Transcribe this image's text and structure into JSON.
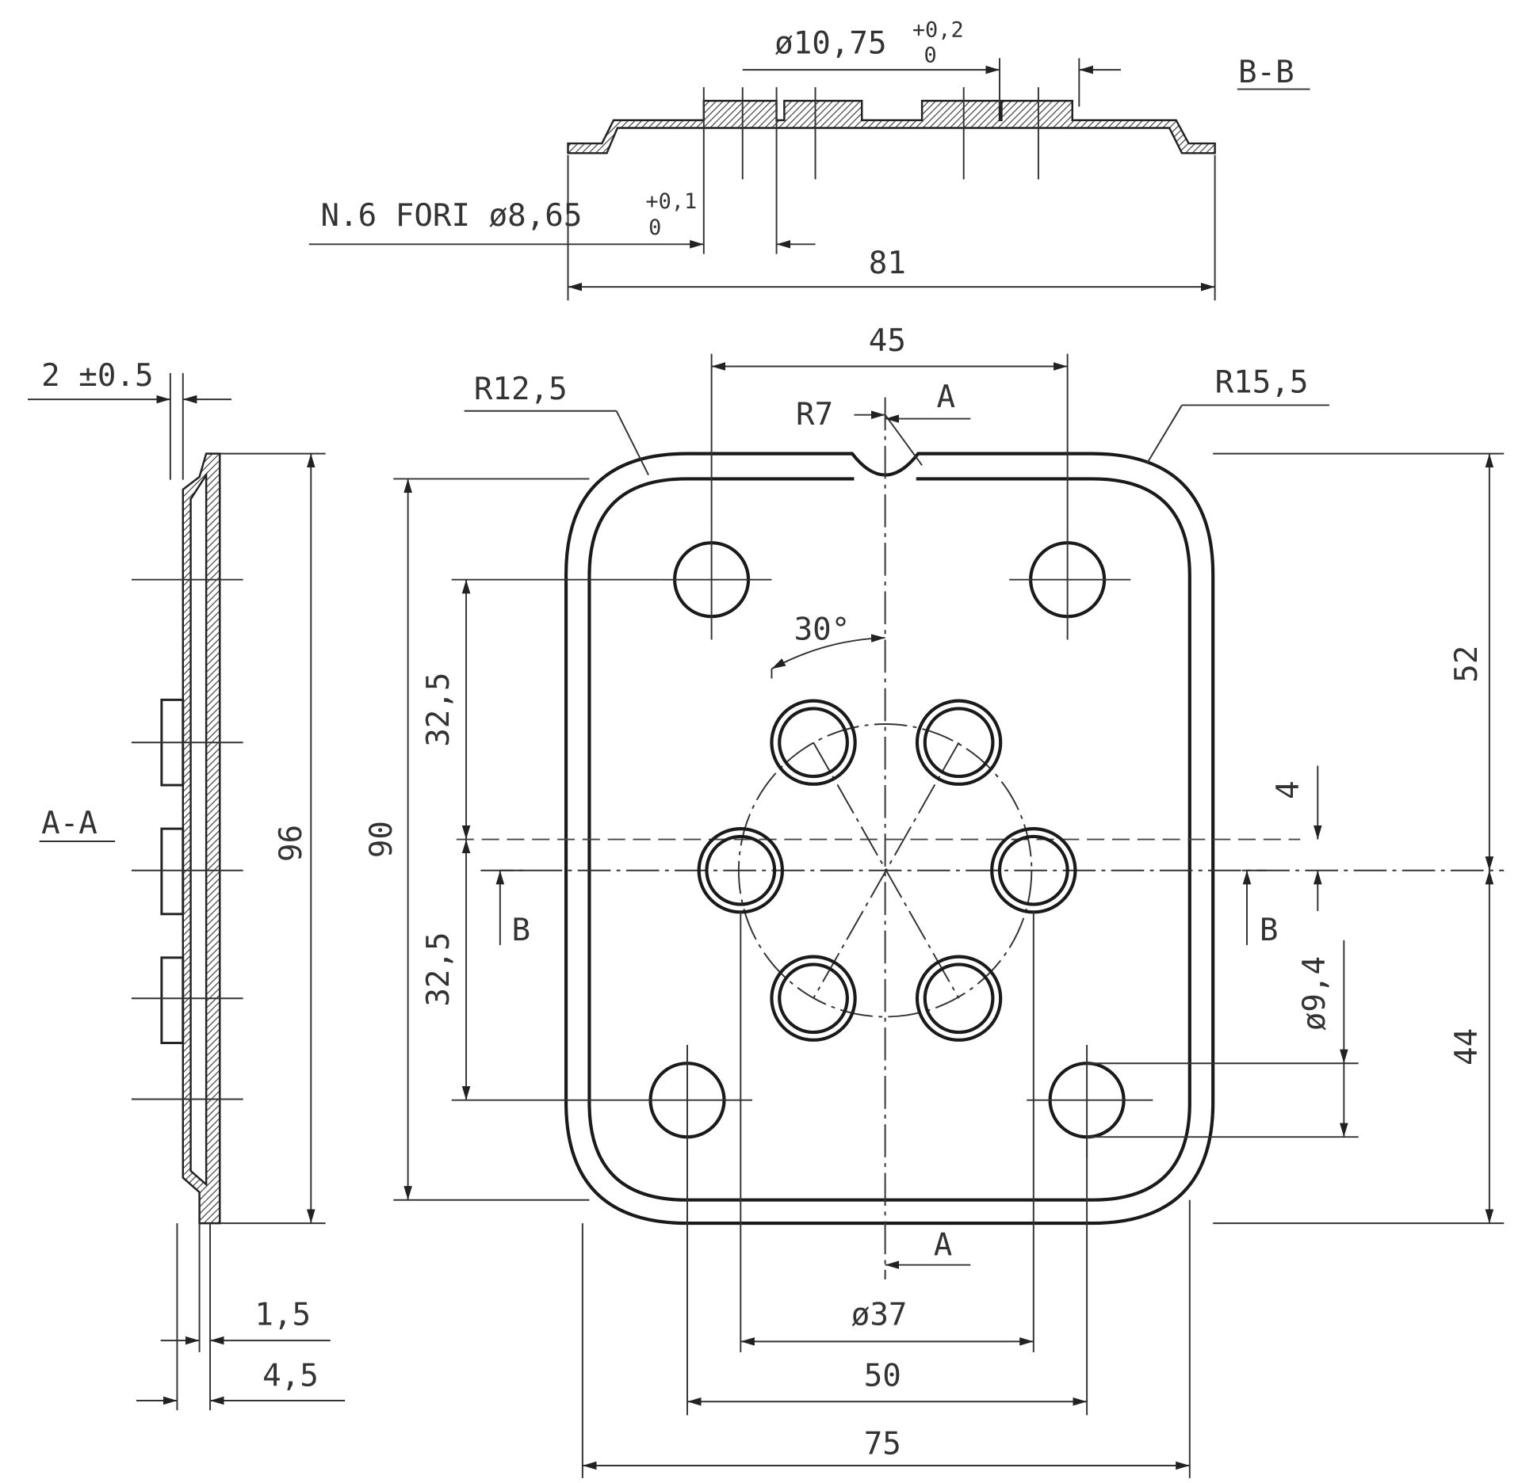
{
  "section_bb": {
    "title": "B-B",
    "hole_dia": "ø10,75",
    "hole_tol_upper": "+0,2",
    "hole_tol_lower": "0",
    "holes_note": "N.6 FORI ø8,65",
    "holes_tol_upper": "+0,1",
    "holes_tol_lower": "0",
    "width": "81"
  },
  "section_aa": {
    "title": "A-A",
    "thickness": "2 ±0.5",
    "height": "96",
    "sheet": "1,5",
    "depth": "4,5"
  },
  "plan": {
    "top_span": "45",
    "radius_left": "R12,5",
    "radius_notch": "R7",
    "radius_right": "R15,5",
    "section_a_top": "A",
    "section_a_bottom": "A",
    "section_b_left": "B",
    "section_b_right": "B",
    "angle": "30°",
    "upper_offset": "32,5",
    "lower_offset": "32,5",
    "inner_height": "90",
    "upper_height": "52",
    "center_offset": "4",
    "corner_hole_dia": "ø9,4",
    "lower_height": "44",
    "pitch_circle": "ø37",
    "lower_span": "50",
    "overall_width": "75"
  }
}
